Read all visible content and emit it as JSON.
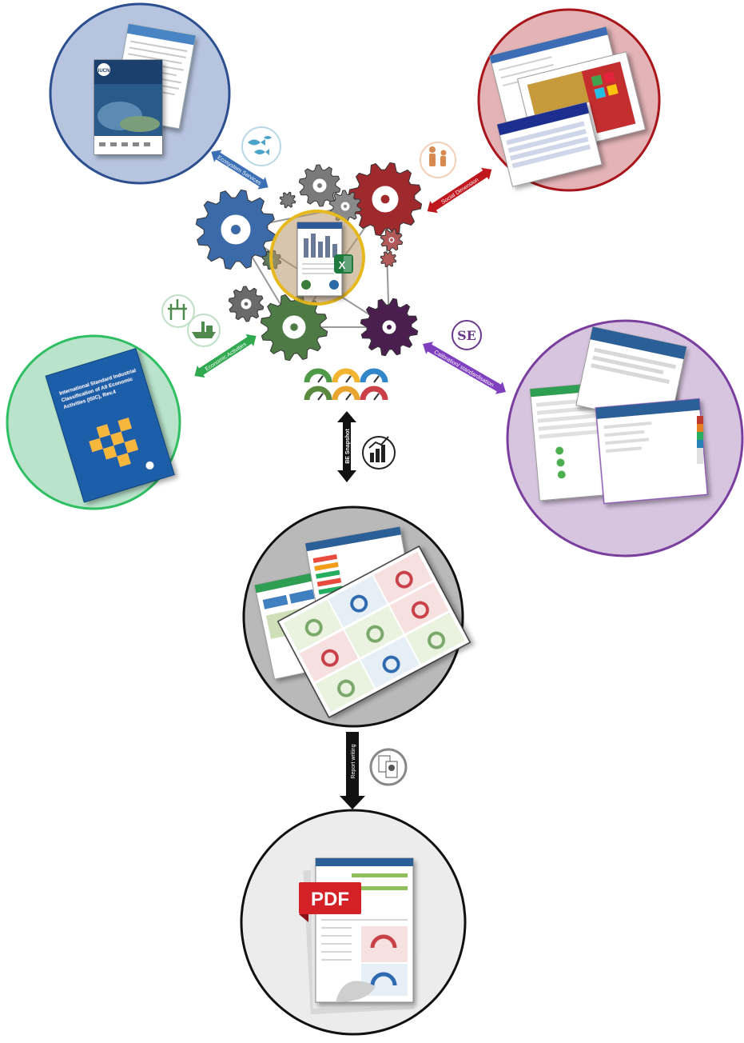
{
  "arrows": {
    "ecosystem": {
      "label": "Ecosystem Services",
      "color": "#3b6fb6"
    },
    "social": {
      "label": "Social Dimension",
      "color": "#c0161d"
    },
    "economic": {
      "label": "Economic Activities",
      "color": "#2fa84f"
    },
    "calibration": {
      "label": "Calibration/ standardisation",
      "color": "#7f3fbf"
    },
    "snapshot": {
      "label": "BE Snapshot",
      "color": "#111111"
    },
    "report": {
      "label": "Report writing",
      "color": "#111111"
    }
  },
  "circles": {
    "ecosystem": {
      "fill": "#b7c4e0",
      "stroke": "#2e4f8f"
    },
    "social": {
      "fill": "#e3b3b6",
      "stroke": "#a8151b"
    },
    "economic": {
      "fill": "#b9e4cb",
      "stroke": "#2fbf63"
    },
    "calibration": {
      "fill": "#d7c5e0",
      "stroke": "#7a3f9e"
    },
    "snapshot": {
      "fill": "#b9b9b9",
      "stroke": "#111111"
    },
    "pdf": {
      "fill": "#ececec",
      "stroke": "#111111"
    }
  },
  "documents": {
    "iucn_logo": "IUCN",
    "isic_title": "International Standard Industrial Classification of All Economic Activities (ISIC), Rev.4",
    "pdf_label": "PDF"
  },
  "icons": [
    "fish-icon",
    "people-icon",
    "oil-rig-icon",
    "fishing-boat-icon",
    "se-icon",
    "bar-chart-icon",
    "report-icon",
    "excel-icon",
    "gauge-icon"
  ]
}
